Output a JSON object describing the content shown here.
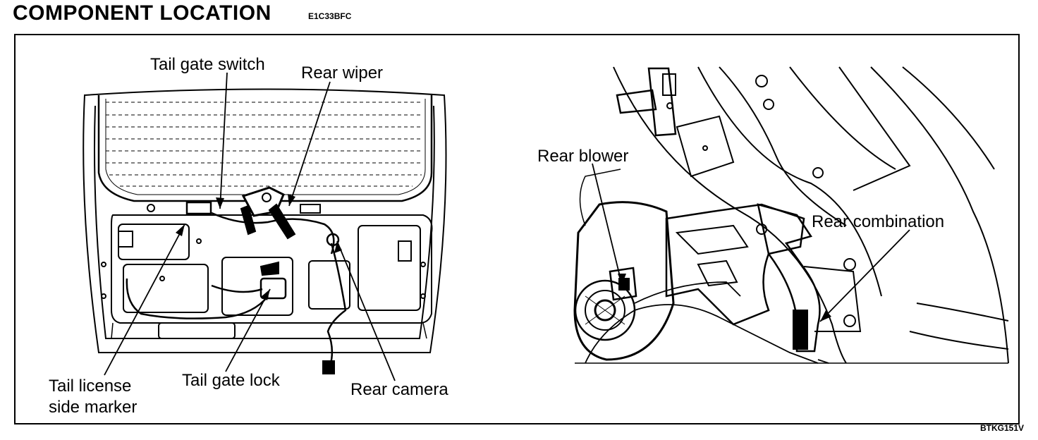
{
  "header": {
    "title": "COMPONENT LOCATION",
    "code": "E1C33BFC"
  },
  "figure_id": "BTKG151V",
  "labels": {
    "tail_gate_switch": "Tail gate switch",
    "rear_wiper": "Rear wiper",
    "rear_blower": "Rear blower",
    "rear_combination": "Rear combination",
    "tail_license_line1": "Tail license",
    "tail_license_line2": "side marker",
    "tail_gate_lock": "Tail gate lock",
    "rear_camera": "Rear camera"
  }
}
